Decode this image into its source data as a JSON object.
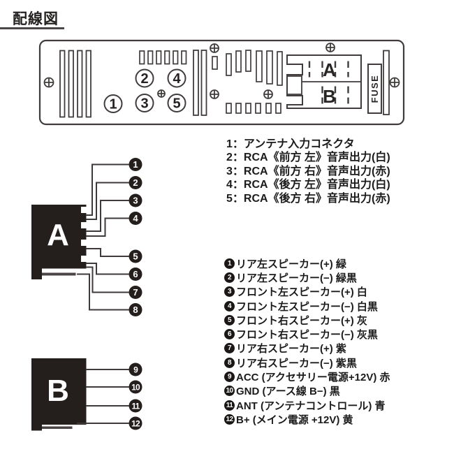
{
  "title": "配線図",
  "colors": {
    "ink": "#3f3a3a",
    "block": "#241e1c",
    "text": "#1b1b1b",
    "background": "#ffffff"
  },
  "panel": {
    "port_numbers": [
      "1",
      "2",
      "3",
      "4",
      "5"
    ],
    "iso_a_label": "A",
    "iso_b_label": "B",
    "fuse_label": "FUSE"
  },
  "legend": {
    "items": [
      "1：アンテナ入力コネクタ",
      "2：RCA《前方 左》音声出力(白)",
      "3：RCA《前方 右》音声出力(赤)",
      "4：RCA《後方 左》音声出力(白)",
      "5：RCA《後方 右》音声出力(赤)"
    ]
  },
  "connector_blocks": [
    {
      "label": "A"
    },
    {
      "label": "B"
    }
  ],
  "pins": [
    {
      "num": "1",
      "label": "リア左スピーカー(+) 緑"
    },
    {
      "num": "2",
      "label": "リア左スピーカー(−) 緑黒"
    },
    {
      "num": "3",
      "label": "フロント左スピーカー(+) 白"
    },
    {
      "num": "4",
      "label": "フロント左スピーカー(−) 白黒"
    },
    {
      "num": "5",
      "label": "フロント右スピーカー(+) 灰"
    },
    {
      "num": "6",
      "label": "フロント右スピーカー(−) 灰黒"
    },
    {
      "num": "7",
      "label": "リア右スピーカー(+) 紫"
    },
    {
      "num": "8",
      "label": "リア右スピーカー(−) 紫黒"
    },
    {
      "num": "9",
      "label": "ACC (アクセサリー電源+12V) 赤"
    },
    {
      "num": "10",
      "label": "GND (アース線 B−) 黒"
    },
    {
      "num": "11",
      "label": "ANT (アンテナコントロール) 青"
    },
    {
      "num": "12",
      "label": "B+ (メイン電源 +12V) 黄"
    }
  ]
}
